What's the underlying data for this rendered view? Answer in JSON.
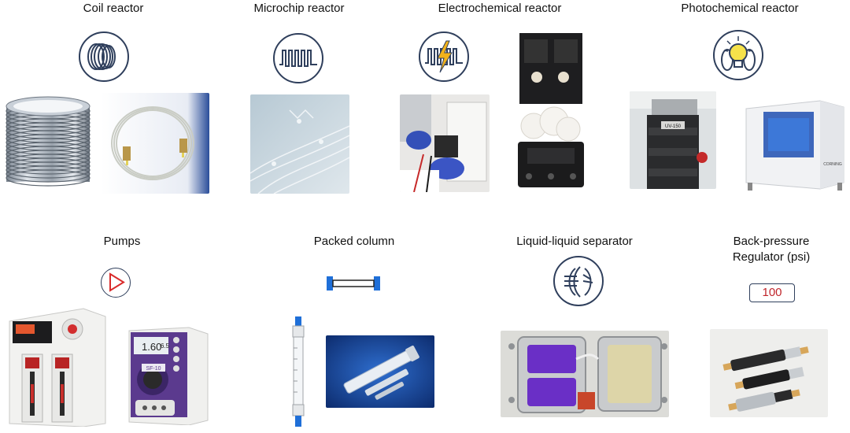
{
  "panels": {
    "coil": {
      "title": "Coil reactor",
      "icon": "coil-icon"
    },
    "microchip": {
      "title": "Microchip reactor",
      "icon": "microchip-icon"
    },
    "electrochemical": {
      "title": "Electrochemical reactor",
      "icon": "electrochemical-icon"
    },
    "photochemical": {
      "title": "Photochemical reactor",
      "icon": "photochemical-icon"
    },
    "pumps": {
      "title": "Pumps",
      "icon": "pump-triangle-icon",
      "photo_pump_display": "1.60",
      "photo_pump_display2": "6.5",
      "photo_pump_model": "SF-10"
    },
    "packed_column": {
      "title": "Packed column",
      "icon": "packed-column-icon"
    },
    "separator": {
      "title": "Liquid-liquid separator",
      "icon": "separator-icon"
    },
    "bpr": {
      "title_line1": "Back-",
      "title_line2": "pressure",
      "title_line3": "Regulator (psi)",
      "icon": "bpr-display-icon",
      "value": "100"
    },
    "photochemical_photo": {
      "lamp_label": "UV-150",
      "brand": "CORNING"
    }
  },
  "colors": {
    "icon_stroke": "#2f3f5c",
    "bolt": "#f2b21a",
    "bulb": "#f6e24a",
    "pump_triangle": "#d92b2b",
    "column_blue": "#1f6fd8",
    "bpr_red": "#c0262c"
  }
}
